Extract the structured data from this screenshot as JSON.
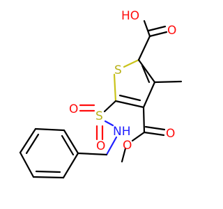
{
  "atoms": {
    "carboxyl_oh": "HO",
    "carboxyl_o": "O",
    "ring_s": "S",
    "sulfonyl_s": "S",
    "sulfonyl_o_left": "O",
    "sulfonyl_o_bottom": "O",
    "amide_nh": "NH",
    "ester_o_double": "O",
    "ester_o_single": "O"
  },
  "colors": {
    "bond": "#000000",
    "oxygen": "#ff0d0d",
    "sulfur": "#b8b21a",
    "nitrogen": "#1f1fff"
  }
}
